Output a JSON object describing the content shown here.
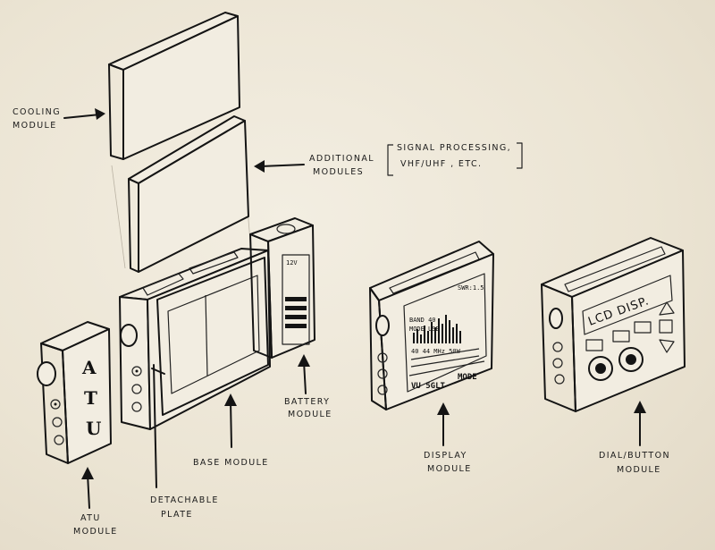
{
  "labels": {
    "cooling": [
      "COOLING",
      "MODULE"
    ],
    "additional": [
      "ADDITIONAL",
      "MODULES"
    ],
    "additional_note": [
      "SIGNAL PROCESSING,",
      "VHF/UHF , ETC."
    ],
    "battery": [
      "BATTERY",
      "MODULE"
    ],
    "base": "BASE MODULE",
    "detachable": [
      "DETACHABLE",
      "PLATE"
    ],
    "atu": [
      "ATU",
      "MODULE"
    ],
    "display": [
      "DISPLAY",
      "MODULE"
    ],
    "dial": [
      "DIAL/BUTTON",
      "MODULE"
    ]
  },
  "atu_face": [
    "A",
    "T",
    "U"
  ],
  "battery_tag": "12V",
  "display_screen": {
    "corner": "SWR:1.5",
    "band": "BAND 40",
    "mode": "MODE USB",
    "row3": "40   44 MHz   50W",
    "bottom_left": "VU 5GLT",
    "bottom_right": "MODE"
  },
  "dial_screen": "LCD DISP."
}
